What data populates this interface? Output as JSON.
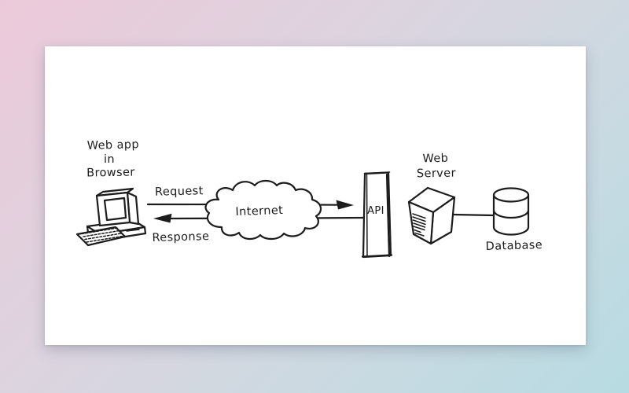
{
  "background": {
    "gradient_from": "#ecc9da",
    "gradient_to": "#b7dbe2"
  },
  "card": {
    "bg": "#ffffff"
  },
  "diagram": {
    "ink_color": "#1c1c1c",
    "nodes": {
      "browser": {
        "icon": "computer-icon",
        "label_lines": [
          "Web app",
          "in",
          "Browser"
        ]
      },
      "internet": {
        "icon": "cloud-icon",
        "label": "Internet"
      },
      "api": {
        "icon": "vertical-bar-icon",
        "label": "API"
      },
      "web_server": {
        "icon": "server-tower-icon",
        "label_lines": [
          "Web",
          "Server"
        ]
      },
      "database": {
        "icon": "database-cylinder-icon",
        "label": "Database"
      }
    },
    "edges": {
      "request": {
        "label": "Request",
        "direction": "browser-to-api"
      },
      "response": {
        "label": "Response",
        "direction": "api-to-browser"
      },
      "server_db": {
        "label": "",
        "direction": "web-server-to-database"
      }
    }
  }
}
